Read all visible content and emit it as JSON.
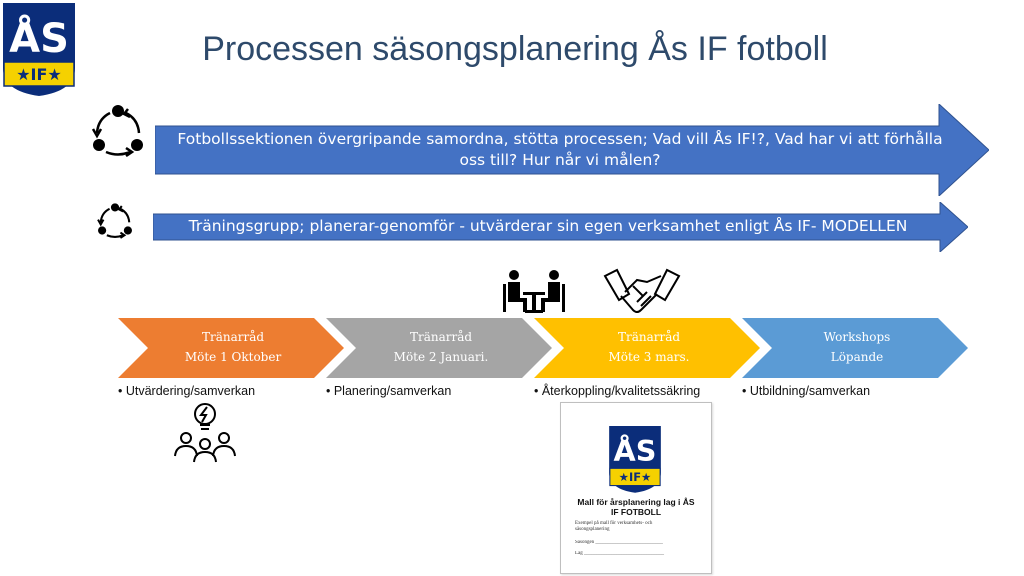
{
  "title": "Processen säsongsplanering Ås IF fotboll",
  "logo": {
    "letters": "ÅS",
    "band": "★IF★",
    "colors": {
      "navy": "#0b2d7a",
      "yellow": "#f5d100"
    }
  },
  "arrows": [
    {
      "text": "Fotbollssektionen övergripande samordna, stötta processen; Vad vill Ås IF!?, Vad har vi att förhålla oss till? Hur når vi målen?",
      "color": "#4472c4"
    },
    {
      "text": "Träningsgrupp; planerar-genomför - utvärderar sin egen verksamhet enligt Ås IF- MODELLEN",
      "color": "#4472c4"
    }
  ],
  "stages": [
    {
      "line1": "Tränarråd",
      "line2": "Möte 1 Oktober",
      "color": "#ed7d31",
      "bullet": "• Utvärdering/samverkan"
    },
    {
      "line1": "Tränarråd",
      "line2": "Möte 2 Januari.",
      "color": "#a5a5a5",
      "bullet": "• Planering/samverkan"
    },
    {
      "line1": "Tränarråd",
      "line2": "Möte 3 mars.",
      "color": "#ffc000",
      "bullet": "• Återkoppling/kvalitetssäkring"
    },
    {
      "line1": "Workshops",
      "line2": "Löpande",
      "color": "#5b9bd5",
      "bullet": "• Utbildning/samverkan"
    }
  ],
  "icons": [
    "cycle-icon",
    "cycle-icon-small",
    "meeting-icon",
    "handshake-icon",
    "team-idea-icon"
  ],
  "document": {
    "title": "Mall för årsplanering lag i ÅS IF FOTBOLL",
    "intro": "Exempel på mall för verksamhets- och säsongsplanering",
    "field1": "Säsongen ___________________________",
    "field2": "Lag ________________________________"
  }
}
